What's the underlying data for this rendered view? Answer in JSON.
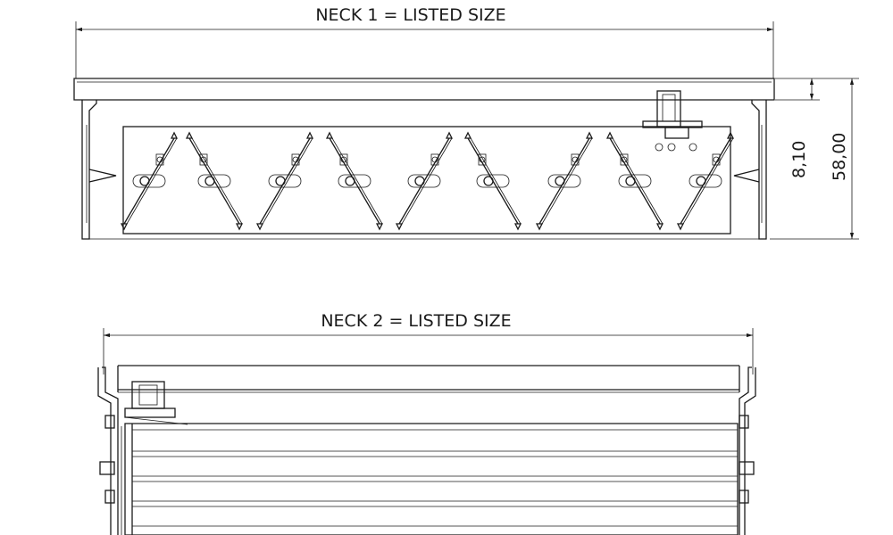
{
  "top_view": {
    "neck_label": "NECK 1 = LISTED SIZE",
    "dim_small": "8,10",
    "dim_height": "58,00"
  },
  "bottom_view": {
    "neck_label": "NECK 2 = LISTED SIZE"
  }
}
